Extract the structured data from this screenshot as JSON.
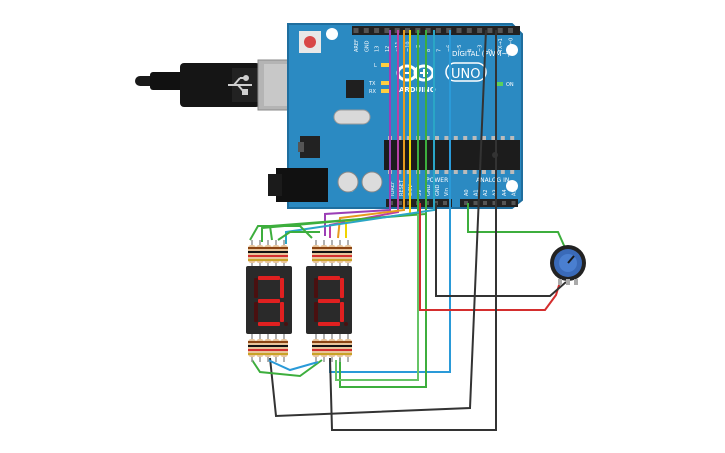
{
  "board": {
    "brand": "ARDUINO",
    "model": "UNO",
    "digital_header": "DIGITAL (PWM~)",
    "power_header": "POWER",
    "analog_header": "ANALOG IN",
    "tx": "TX",
    "rx": "RX",
    "l_led": "L",
    "on_led": "ON",
    "top_pins": [
      "AREF",
      "GND",
      "13",
      "12",
      "~11",
      "~10",
      "~9",
      "8",
      "7",
      "~6",
      "~5",
      "4",
      "~3",
      "2",
      "TX→1",
      "RX←0"
    ],
    "power_pins": [
      "IOREF",
      "RESET",
      "3.3V",
      "5V",
      "GND",
      "GND",
      "Vin"
    ],
    "analog_pins": [
      "A0",
      "A1",
      "A2",
      "A3",
      "A4",
      "A5"
    ]
  },
  "displays": [
    {
      "digit": "3"
    },
    {
      "digit": "3"
    }
  ],
  "wire_colors": {
    "purple": "#9b3fb6",
    "magenta": "#b83fa6",
    "orange": "#e69a1e",
    "yellow": "#f0d400",
    "green": "#3dae3d",
    "lightgreen": "#66c466",
    "blue": "#2a9ad8",
    "red": "#d42e2e",
    "black": "#333333",
    "teal": "#2aa6c6"
  },
  "colors": {
    "board": "#2b8ac2",
    "board_dark": "#1f6e9e",
    "segment_on": "#e02020",
    "display_body": "#2a2a2a"
  }
}
